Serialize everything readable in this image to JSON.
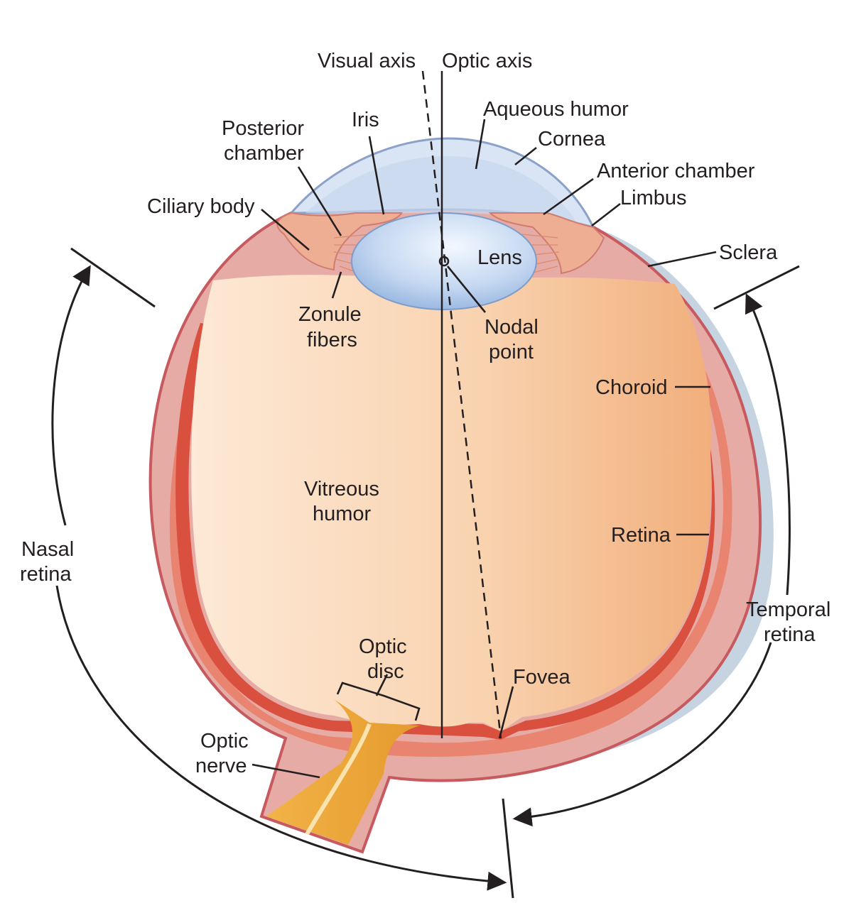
{
  "labels": {
    "visual_axis": "Visual axis",
    "optic_axis": "Optic axis",
    "aqueous_humor": "Aqueous humor",
    "iris": "Iris",
    "posterior_chamber_1": "Posterior",
    "posterior_chamber_2": "chamber",
    "cornea": "Cornea",
    "anterior_chamber": "Anterior chamber",
    "limbus": "Limbus",
    "ciliary_body": "Ciliary body",
    "lens": "Lens",
    "sclera": "Sclera",
    "zonule_fibers_1": "Zonule",
    "zonule_fibers_2": "fibers",
    "nodal_point_1": "Nodal",
    "nodal_point_2": "point",
    "choroid": "Choroid",
    "vitreous_humor_1": "Vitreous",
    "vitreous_humor_2": "humor",
    "retina": "Retina",
    "nasal_retina_1": "Nasal",
    "nasal_retina_2": "retina",
    "temporal_retina_1": "Temporal",
    "temporal_retina_2": "retina",
    "optic_disc_1": "Optic",
    "optic_disc_2": "disc",
    "fovea": "Fovea",
    "optic_nerve_1": "Optic",
    "optic_nerve_2": "nerve"
  },
  "colors": {
    "sclera": "#e5a9a4",
    "sclera_edge": "#c75a5e",
    "choroid": "#e8846f",
    "retina": "#d9503f",
    "vitreous_light": "#fbe2cb",
    "vitreous_dark": "#f2b27f",
    "cornea": "#d8e3f3",
    "cornea_edge": "#8ba1c8",
    "lens_light": "#e7f0fb",
    "lens_dark": "#a8c3e6",
    "ciliary": "#eeae93",
    "optic_nerve": "#eda93a",
    "shadow": "#c6d3e0"
  }
}
